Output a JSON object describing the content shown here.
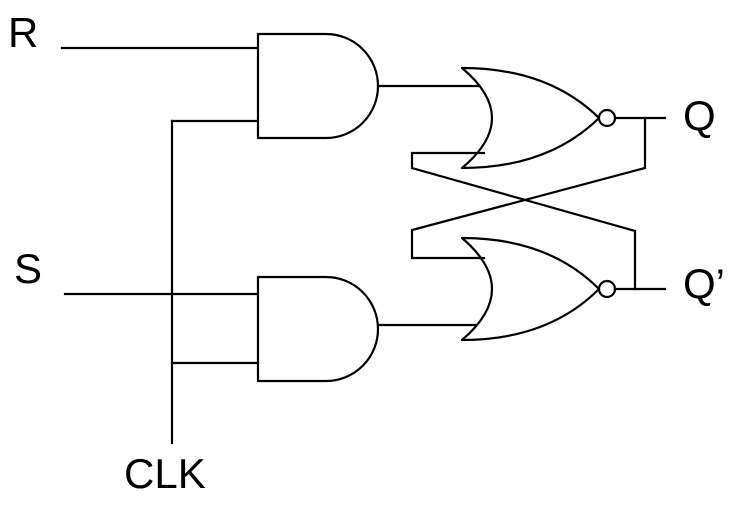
{
  "labels": {
    "r": "R",
    "s": "S",
    "clk": "CLK",
    "q": "Q",
    "q_bar": "Q’"
  },
  "gates": {
    "upper_and": "AND",
    "lower_and": "AND",
    "upper_nor": "NOR",
    "lower_nor": "NOR"
  },
  "colors": {
    "line": "#000000",
    "background": "#ffffff"
  }
}
